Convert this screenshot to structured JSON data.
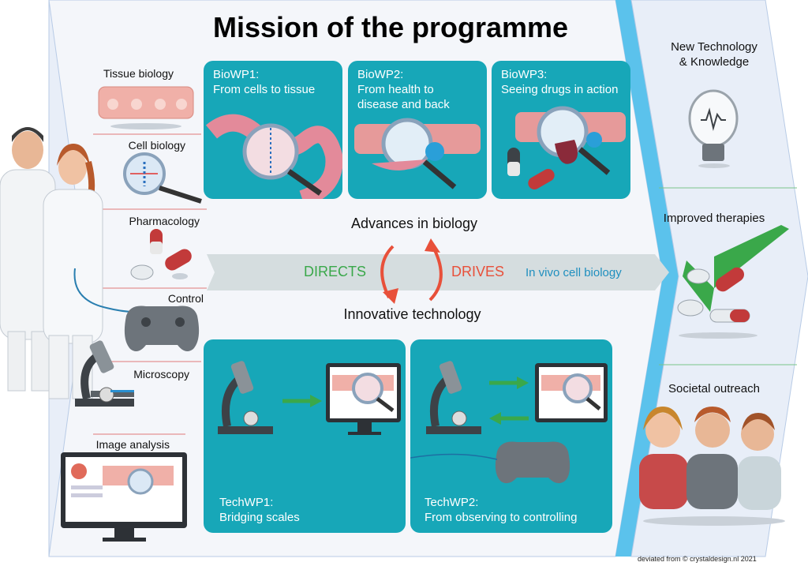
{
  "title": "Mission of the programme",
  "left_panel": {
    "items": [
      {
        "label": "Tissue biology",
        "icon": "tissue-icon"
      },
      {
        "label": "Cell biology",
        "icon": "cell-magnifier-icon"
      },
      {
        "label": "Pharmacology",
        "icon": "pills-icon"
      },
      {
        "label": "Control",
        "icon": "gamepad-icon"
      },
      {
        "label": "Microscopy",
        "icon": "microscope-icon"
      },
      {
        "label": "Image analysis",
        "icon": "monitor-icon"
      }
    ]
  },
  "bio_cards": [
    {
      "title": "BioWP1:\nFrom cells to tissue",
      "icon": "intestine-magnifier-icon"
    },
    {
      "title": "BioWP2:\nFrom health to\ndisease and back",
      "icon": "tissue-magnifier-icon"
    },
    {
      "title": "BioWP3:\nSeeing drugs in action",
      "icon": "drugs-magnifier-icon"
    }
  ],
  "center": {
    "advances": "Advances in biology",
    "innovative": "Innovative technology",
    "directs": "DIRECTS",
    "drives": "DRIVES",
    "in_vivo": "In vivo cell biology"
  },
  "tech_cards": [
    {
      "title": "TechWP1:\nBridging scales",
      "icon": "microscope-to-monitor-icon"
    },
    {
      "title": "TechWP2:\nFrom observing to controlling",
      "icon": "microscope-monitor-gamepad-icon"
    }
  ],
  "right_panel": {
    "items": [
      {
        "label": "New Technology\n& Knowledge",
        "icon": "lightbulb-icon"
      },
      {
        "label": "Improved therapies",
        "icon": "checkmark-pills-icon"
      },
      {
        "label": "Societal outreach",
        "icon": "people-icon"
      }
    ]
  },
  "credit": "deviated from © crystaldesign.nl 2021",
  "colors": {
    "teal": "#17a7b8",
    "panel": "#e6ecf7",
    "band": "#d6dedf",
    "chevron_blue": "#5bc2ec",
    "green": "#3aa84a",
    "red": "#e8503a",
    "blue_text": "#1f8fbf"
  }
}
